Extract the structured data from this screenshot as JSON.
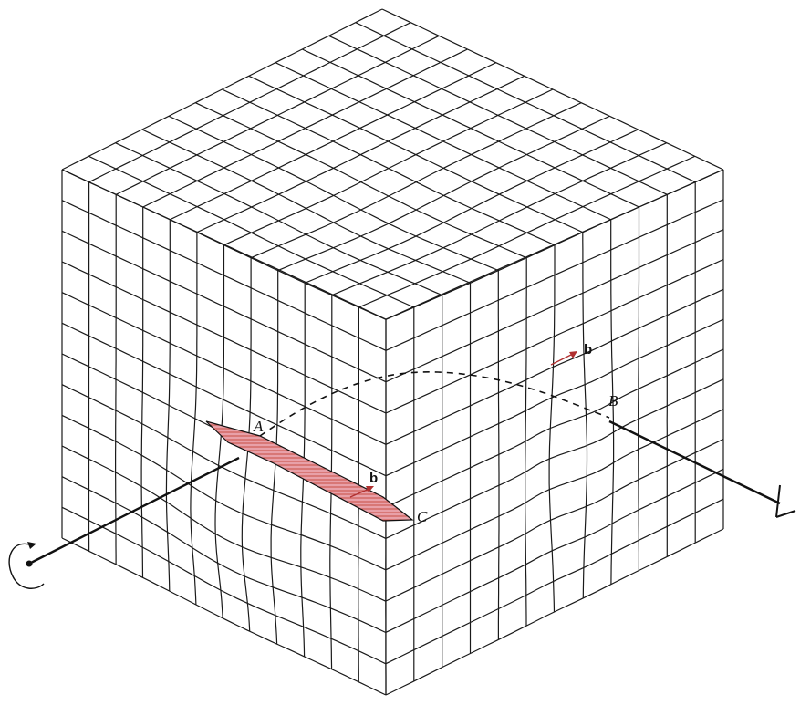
{
  "diagram": {
    "labels": {
      "point_a": "A",
      "point_b": "B",
      "point_c": "C",
      "burgers_vector_1": "b",
      "burgers_vector_2": "b"
    },
    "colors": {
      "slipped_region": "#e8a0a8",
      "slipped_region_hatch": "#c0392b",
      "burgers_arrow": "#b03030",
      "lines": "#111111"
    },
    "icons": {
      "rotation_symbol": "rotation-arrow-icon",
      "line_end_symbol": "line-end-marker-icon"
    }
  }
}
